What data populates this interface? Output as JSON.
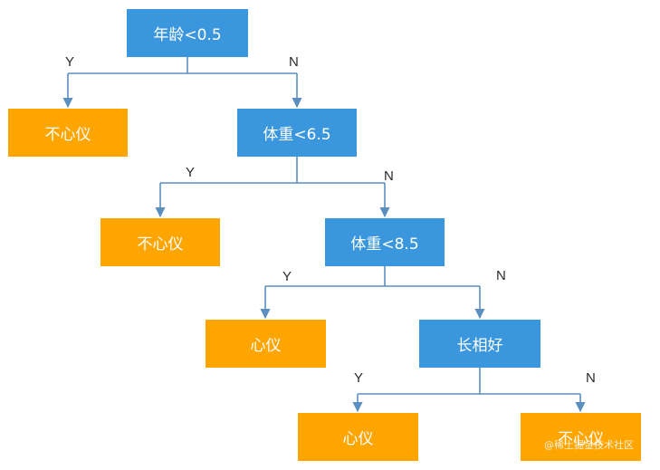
{
  "nodes": {
    "root": "年龄<0.5",
    "weight1": "体重<6.5",
    "weight2": "体重<8.5",
    "looks": "长相好",
    "leaf1": "不心仪",
    "leaf2": "不心仪",
    "leaf3": "心仪",
    "leaf4": "心仪",
    "leaf5": "不心仪"
  },
  "branch_labels": {
    "yes": "Y",
    "no": "N"
  },
  "colors": {
    "decision": "#3a96dd",
    "leaf": "#ffa500",
    "line": "#5b8fbf"
  },
  "watermark": "@稀土掘金技术社区"
}
